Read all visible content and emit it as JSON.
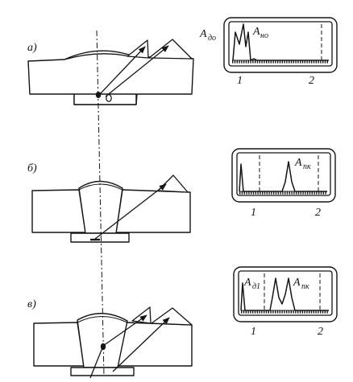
{
  "panels": [
    {
      "id": "a",
      "label": "а)",
      "screen": {
        "labels": [
          {
            "main": "A",
            "sub": "до"
          },
          {
            "main": "A",
            "sub": "но"
          }
        ],
        "ticks": [
          "1",
          "2"
        ]
      }
    },
    {
      "id": "b",
      "label": "б)",
      "screen": {
        "labels": [
          {
            "main": "A",
            "sub": "пк"
          }
        ],
        "ticks": [
          "1",
          "2"
        ]
      }
    },
    {
      "id": "c",
      "label": "в)",
      "screen": {
        "labels": [
          {
            "main": "A",
            "sub": "д1"
          },
          {
            "main": "A",
            "sub": "пк"
          }
        ],
        "ticks": [
          "1",
          "2"
        ]
      }
    }
  ],
  "colors": {
    "ink": "#151515",
    "paper": "#ffffff"
  }
}
